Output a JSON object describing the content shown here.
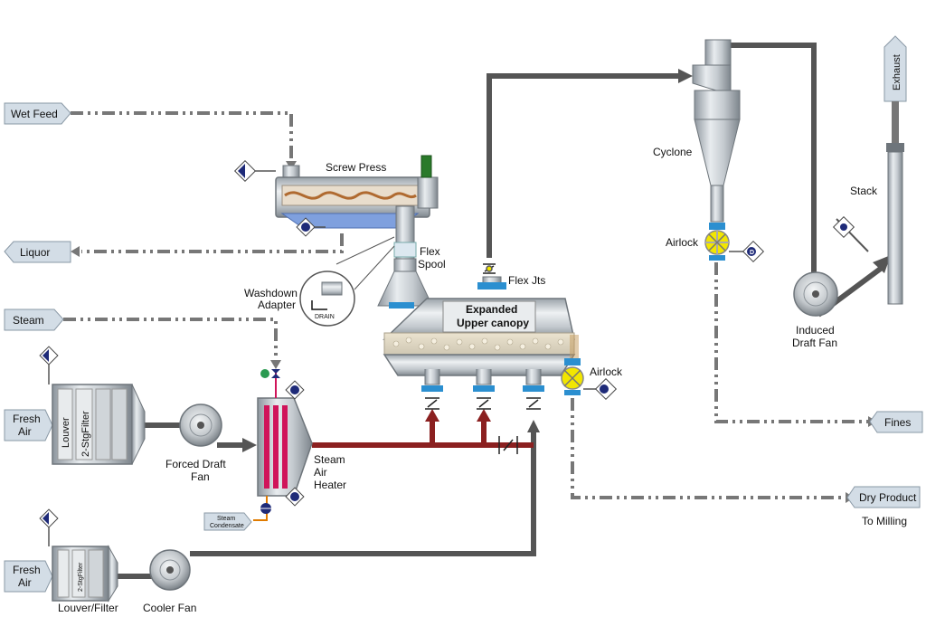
{
  "tags": {
    "wet_feed": "Wet Feed",
    "liquor": "Liquor",
    "steam": "Steam",
    "fresh_air_1_line1": "Fresh",
    "fresh_air_1_line2": "Air",
    "fresh_air_2_line1": "Fresh",
    "fresh_air_2_line2": "Air",
    "fines": "Fines",
    "dry_product": "Dry Product",
    "exhaust": "Exhaust"
  },
  "labels": {
    "screw_press": "Screw Press",
    "flex_spool_line1": "Flex",
    "flex_spool_line2": "Spool",
    "washdown_line1": "Washdown",
    "washdown_line2": "Adapter",
    "drain": "DRAIN",
    "flex_jts": "Flex Jts",
    "expanded_line1": "Expanded",
    "expanded_line2": "Upper canopy",
    "airlock_dryer": "Airlock",
    "cyclone": "Cyclone",
    "airlock_cyclone": "Airlock",
    "stack": "Stack",
    "induced_line1": "Induced",
    "induced_line2": "Draft Fan",
    "forced_line1": "Forced Draft",
    "forced_line2": "Fan",
    "heater_line1": "Steam",
    "heater_line2": "Air",
    "heater_line3": "Heater",
    "steam_condensate_line1": "Steam",
    "steam_condensate_line2": "Condensate",
    "louver": "Louver",
    "filter_2stg": "2-StgFilter",
    "filter_2stg_small": "2-StgFilter",
    "louver_filter": "Louver/Filter",
    "cooler_fan": "Cooler Fan",
    "to_milling": "To Milling",
    "d_marker": "D"
  },
  "colors": {
    "process_line": "#555555",
    "hot_air_line": "#8b2020",
    "tag_fill": "#d3dde6",
    "equipment": "#c8ccd0",
    "coupling_blue": "#2b8fd0",
    "airlock_yellow": "#f2e600",
    "marker_navy": "#1e2a78",
    "press_green": "#2a7a2a",
    "heater_red": "#d0145a"
  }
}
